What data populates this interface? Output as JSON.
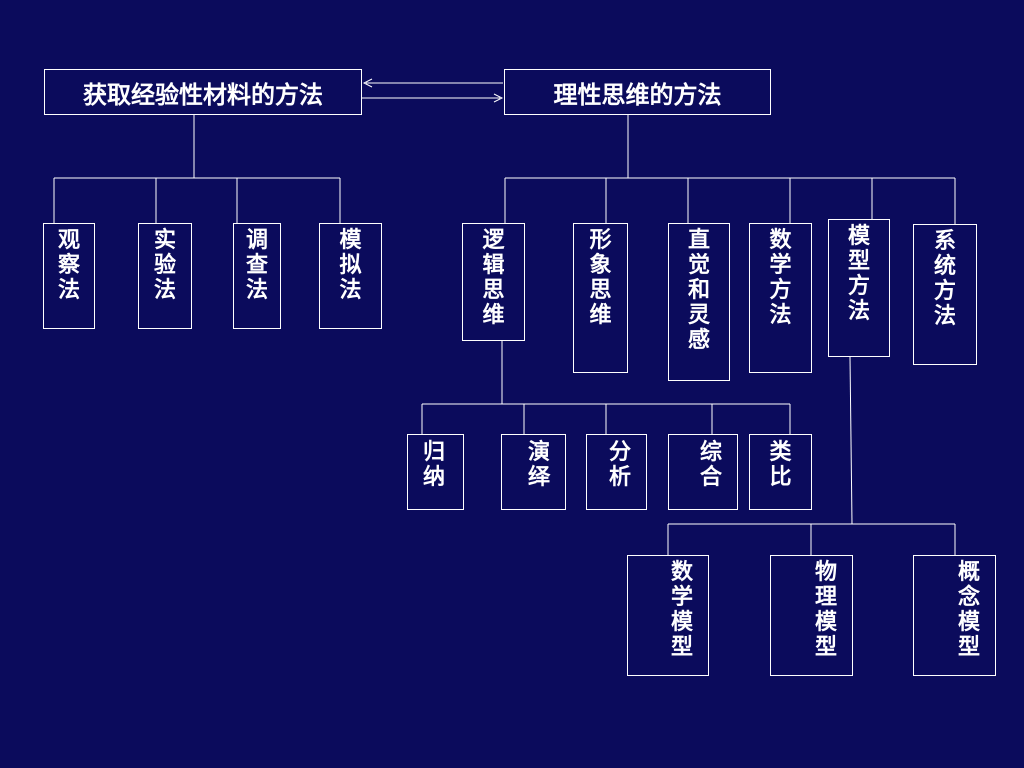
{
  "top": {
    "left_title": "获取经验性材料的方法",
    "right_title": "理性思维的方法"
  },
  "empirical_methods": [
    "观察法",
    "实验法",
    "调查法",
    "模拟法"
  ],
  "rational_methods": [
    "逻辑思维",
    "形象思维",
    "直觉和灵感",
    "数学方法",
    "模型方法",
    "系统方法"
  ],
  "logic_methods": [
    "归纳",
    "演绎",
    "分析",
    "综合",
    "类比"
  ],
  "model_types": [
    "数学模型",
    "物理模型",
    "概念模型"
  ],
  "colors": {
    "background": "#0b0b5c",
    "line": "#ffffff",
    "text": "#ffffff"
  }
}
